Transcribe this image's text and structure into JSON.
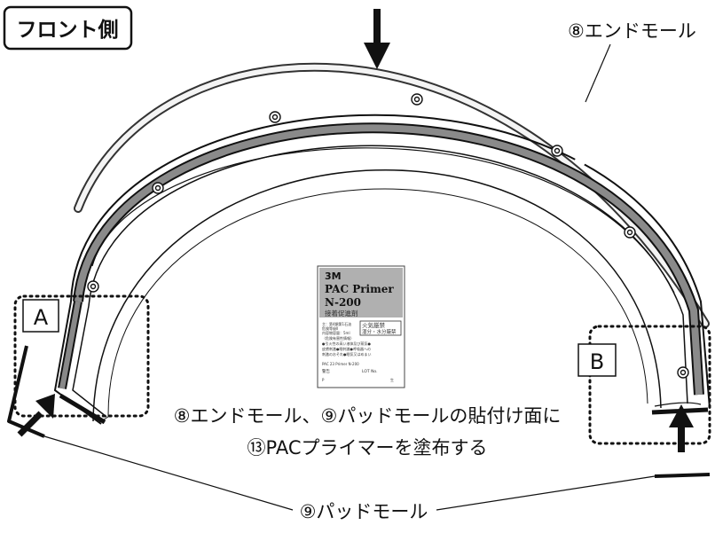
{
  "title_box": {
    "label": "フロント側"
  },
  "callouts": {
    "end_mold": "⑧エンドモール",
    "pad_mold": "⑨パッドモール"
  },
  "detail_labels": {
    "a": "A",
    "b": "B"
  },
  "instruction": {
    "line1": "⑧エンドモール、⑨パッドモールの貼付け面に",
    "line2": "⑬PACプライマーを塗布する"
  },
  "primer_label": {
    "brand": "3M",
    "product": "PAC Primer",
    "model": "N-200",
    "subtitle": "接着促進剤",
    "warning_line1": "火気厳禁",
    "warning_line2": "湿分・水分厳禁",
    "fine_print": [
      "主：第4類第1石油",
      "危険等級Ⅱ",
      "内容物容量：5ml",
      "（危険有害性情報）",
      "●引火性の高い液体及び蒸気●",
      "皮膚刺激●眼刺激●呼吸器への",
      "刺激のおそれ●眠気又はめまい",
      "PAC 23 Primer N-200",
      "警告",
      "LOT No.",
      "P",
      "生"
    ]
  }
}
